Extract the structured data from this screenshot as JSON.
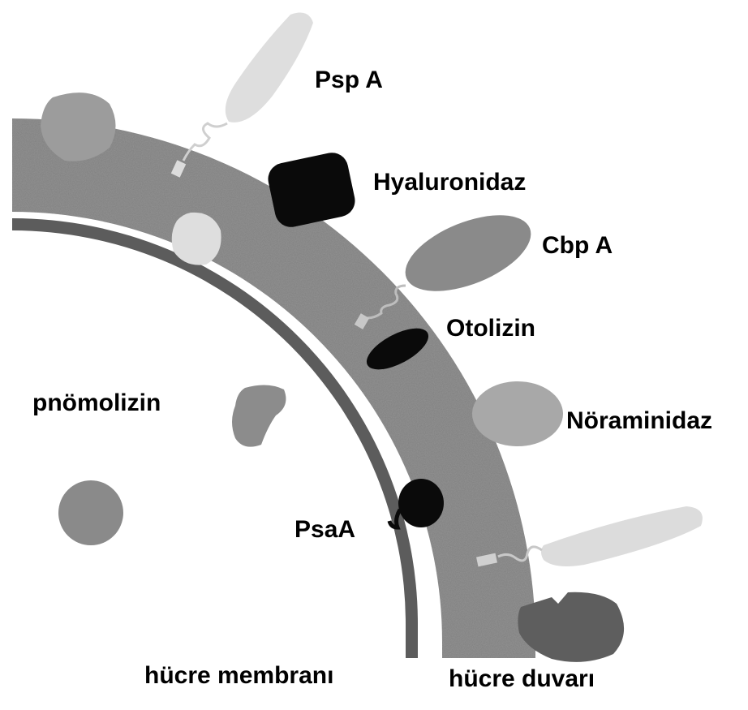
{
  "labels": {
    "psp_a": "Psp A",
    "hyaluronidaz": "Hyaluronidaz",
    "cbp_a": "Cbp A",
    "otolizin": "Otolizin",
    "pnomolizin": "pnömolizin",
    "noraminidaz": "Nöraminidaz",
    "psaa": "PsaA",
    "hucre_membrani": "hücre membranı",
    "hucre_duvari": "hücre duvarı"
  },
  "colors": {
    "cell_wall": "#7f7f7f",
    "cell_membrane": "#5c5c5c",
    "dark_protein": "#0a0a0a",
    "medium_protein": "#8a8a8a",
    "light_protein": "#dcdcdc",
    "dark_gray_protein": "#5e5e5e"
  }
}
